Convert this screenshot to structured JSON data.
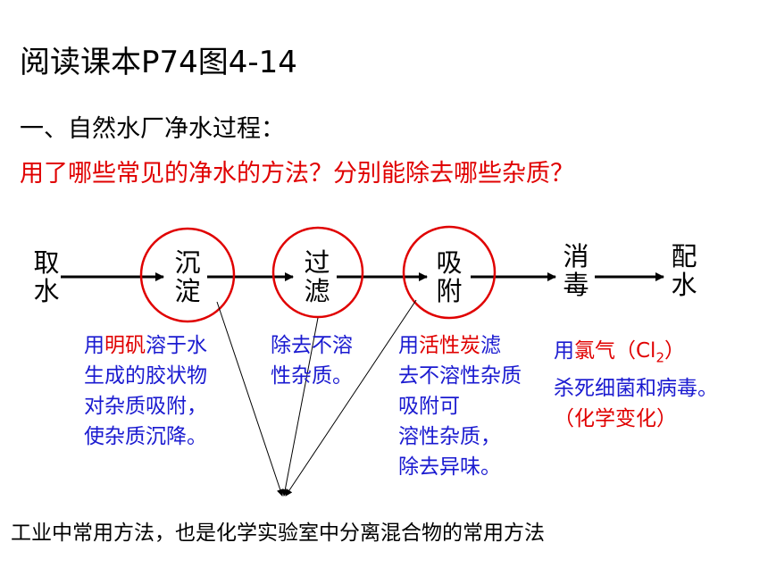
{
  "title": "阅读课本P74图4-14",
  "subtitle": "一、自然水厂净水过程：",
  "question": "用了哪些常见的净水的方法？分别能除去哪些杂质？",
  "process": {
    "intake": [
      "取",
      "水"
    ],
    "settling": [
      "沉",
      "淀"
    ],
    "filtering": [
      "过",
      "滤"
    ],
    "adsorption": [
      "吸",
      "附"
    ],
    "disinfection": [
      "消",
      "毒"
    ],
    "distribution": [
      "配",
      "水"
    ]
  },
  "notes": {
    "settling": {
      "l1a": "用",
      "l1b": "明矾",
      "l1c": "溶于水",
      "l2": "生成的胶状物",
      "l3": "对杂质吸附，",
      "l4": "使杂质沉降。"
    },
    "filtering": {
      "l1": "除去不溶",
      "l2": "性杂质。"
    },
    "adsorption": {
      "l1a": "用",
      "l1b": "活性炭",
      "l1c": "滤",
      "l2": "去不溶性杂质",
      "l3": "吸附可",
      "l4": "溶性杂质，",
      "l5": "除去异味。"
    },
    "disinfection": {
      "l1a": "用",
      "l1b": "氯气（Cl",
      "l1sub": "2",
      "l1c": "）",
      "l2": "杀死细菌和病毒。",
      "l3": "（化学变化）"
    }
  },
  "footer": "工业中常用方法，也是化学实验室中分离混合物的常用方法",
  "colors": {
    "accent_red": "#e00000",
    "note_blue": "#1a1ad0",
    "text": "#000000"
  }
}
